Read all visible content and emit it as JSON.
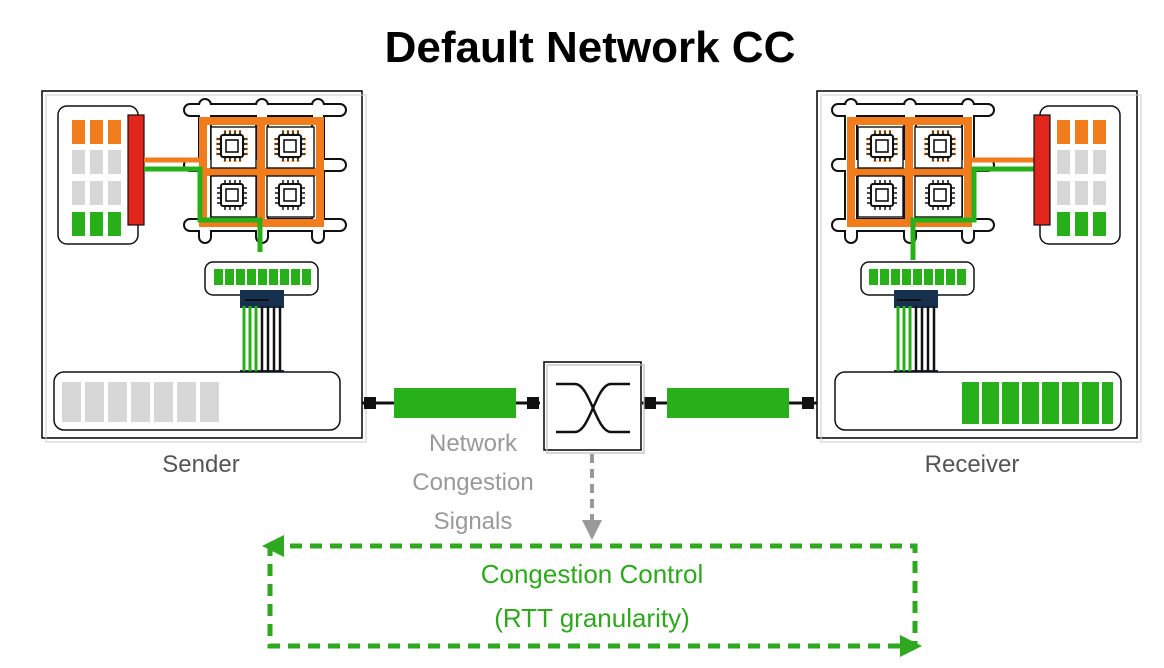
{
  "title": "Default Network CC",
  "hosts": {
    "sender": {
      "label": "Sender"
    },
    "receiver": {
      "label": "Receiver"
    }
  },
  "signal_label": [
    "Network",
    "Congestion",
    "Signals"
  ],
  "control_box": {
    "line1": "Congestion Control",
    "line2": "(RTT granularity)"
  },
  "colors": {
    "green": "#27b01a",
    "orange": "#f07c1c",
    "red": "#e3261b",
    "gray": "#d7d7d7",
    "navy": "#17304f",
    "signal_gray": "#999999",
    "cc_green": "#2ea81e"
  },
  "icons": {
    "cpu": "cpu-chip-icon",
    "switch": "switch-crossover-icon",
    "connector": "connector-icon"
  }
}
